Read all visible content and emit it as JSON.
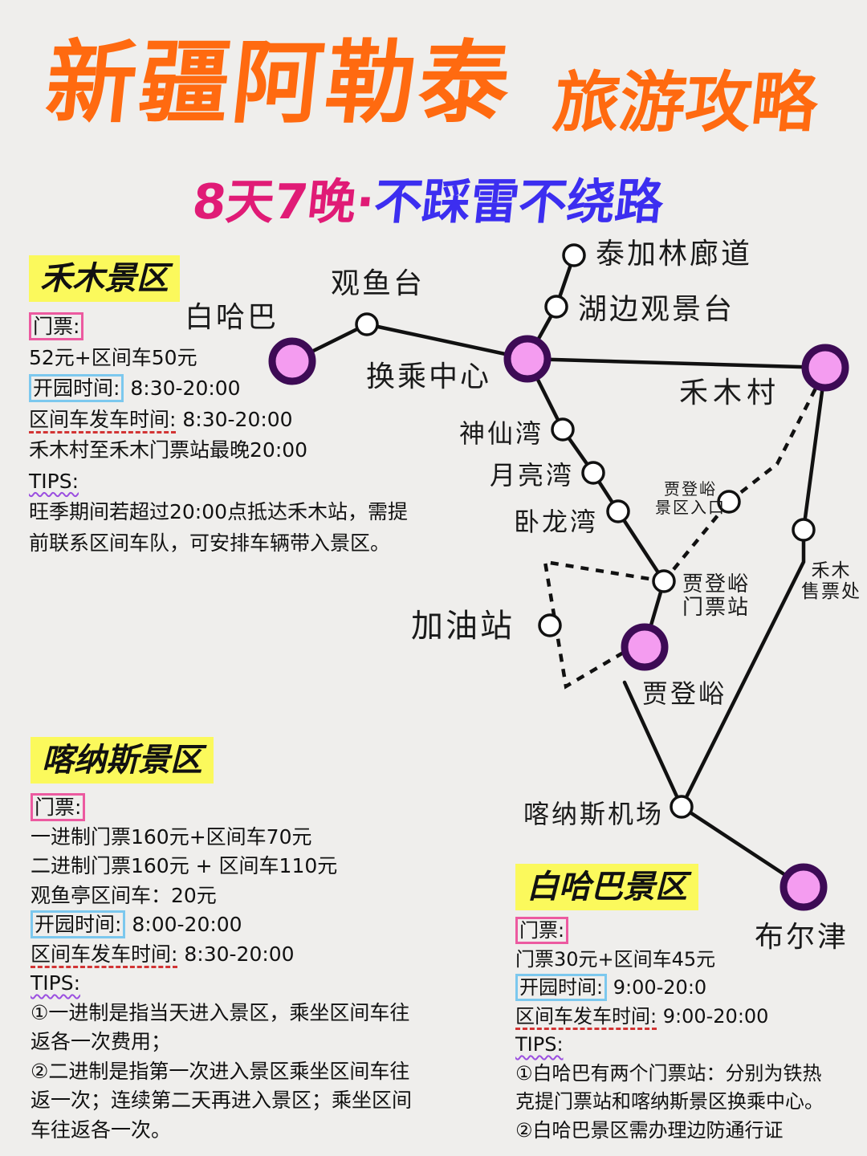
{
  "header": {
    "title_main": "新疆阿勒泰",
    "title_sub": "旅游攻略",
    "subtitle_pink": "8天7晚·",
    "subtitle_blue": "不踩雷不绕路"
  },
  "colors": {
    "title_orange": "#ff6a10",
    "subtitle_pink": "#e01b76",
    "subtitle_blue": "#3c2ef0",
    "section_highlight": "#fbf95c",
    "major_stop_fill": "#f49cf0",
    "major_stop_ring": "#3d0b55",
    "tag_pink_border": "#ec5aa0",
    "tag_blue_border": "#7cc8ee",
    "tag_red_underline": "#d23434",
    "tag_wave_underline": "#9b4fe0"
  },
  "map": {
    "major_stop_icon": "purple-ring-circle",
    "minor_stop_icon": "white-circle",
    "solid_line": "road",
    "dashed_line": "alternate-route",
    "labels": {
      "baihaba": "白哈巴",
      "guanyutai": "观鱼台",
      "huancheng": "换乘中心",
      "taijialin": "泰加林廊道",
      "hubian": "湖边观景台",
      "hemucun": "禾木村",
      "shenxianwan": "神仙湾",
      "yueliangwan": "月亮湾",
      "wolongwan": "卧龙湾",
      "jiadengyu_entrance": [
        "贾登峪",
        "景区入口"
      ],
      "hemu_ticket": [
        "禾木",
        "售票处"
      ],
      "jiadengyu_gate": [
        "贾登峪",
        "门票站"
      ],
      "jiayouzhan": "加油站",
      "jiadengyu": "贾登峪",
      "kanas_airport": "喀纳斯机场",
      "burqin": "布尔津"
    }
  },
  "hemu": {
    "title": "禾木景区",
    "ticket_label": "门票:",
    "ticket_value": "52元+区间车50元",
    "open_label": "开园时间:",
    "open_value": " 8:30-20:00",
    "bus_label": "区间车发车时间:",
    "bus_value": " 8:30-20:00",
    "note": "禾木村至禾木门票站最晚20:00",
    "tips_label": "TIPS:",
    "tips": [
      "旺季期间若超过20:00点抵达禾木站，需提",
      "前联系区间车队，可安排车辆带入景区。"
    ]
  },
  "kanas": {
    "title": "喀纳斯景区",
    "ticket_label": "门票:",
    "lines": [
      "一进制门票160元+区间车70元",
      "二进制门票160元 + 区间车110元",
      "观鱼亭区间车：20元"
    ],
    "open_label": "开园时间:",
    "open_value": " 8:00-20:00",
    "bus_label": "区间车发车时间:",
    "bus_value": " 8:30-20:00",
    "tips_label": "TIPS:",
    "tips": [
      "①一进制是指当天进入景区，乘坐区间车往",
      "返各一次费用；",
      "②二进制是指第一次进入景区乘坐区间车往",
      "返一次；连续第二天再进入景区；乘坐区间",
      "车往返各一次。"
    ]
  },
  "baihaba_section": {
    "title": "白哈巴景区",
    "ticket_label": "门票:",
    "ticket_value": "门票30元+区间车45元",
    "open_label": "开园时间:",
    "open_value": " 9:00-20:0",
    "bus_label": "区间车发车时间:",
    "bus_value": " 9:00-20:00",
    "tips_label": "TIPS:",
    "tips": [
      "①白哈巴有两个门票站：分别为铁热",
      "克提门票站和喀纳斯景区换乘中心。",
      "②白哈巴景区需办理边防通行证"
    ]
  }
}
